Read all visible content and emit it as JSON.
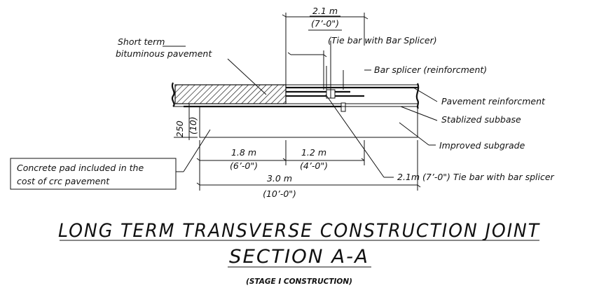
{
  "labels": {
    "short_term": "Short term",
    "bituminous": "bituminous pavement",
    "tie_bar_splicer": "(Tie bar with Bar Splicer)",
    "bar_splicer": "Bar splicer (reinforcment)",
    "pavement_reinf": "Pavement reinforcment",
    "stabilized": "Stablized subbase",
    "improved": "Improved subgrade",
    "tie_bar_long": "2.1m (7’-0\") Tie bar with bar splicer",
    "pad_line1": "Concrete pad included in the",
    "pad_line2": "cost of crc pavement"
  },
  "dimensions": {
    "top_m": "2.1  m",
    "top_ft": "(7’-0\")",
    "thick_mm": "250",
    "thick_in": "(10)",
    "d1_m": "1.8  m",
    "d1_ft": "(6’-0\")",
    "d2_m": "1.2  m",
    "d2_ft": "(4’-0\")",
    "total_m": "3.0  m",
    "total_ft": "(10’-0\")"
  },
  "title": {
    "line1": "LONG TERM TRANSVERSE CONSTRUCTION JOINT",
    "line2": "SECTION A-A",
    "sub": "(STAGE I CONSTRUCTION)"
  }
}
